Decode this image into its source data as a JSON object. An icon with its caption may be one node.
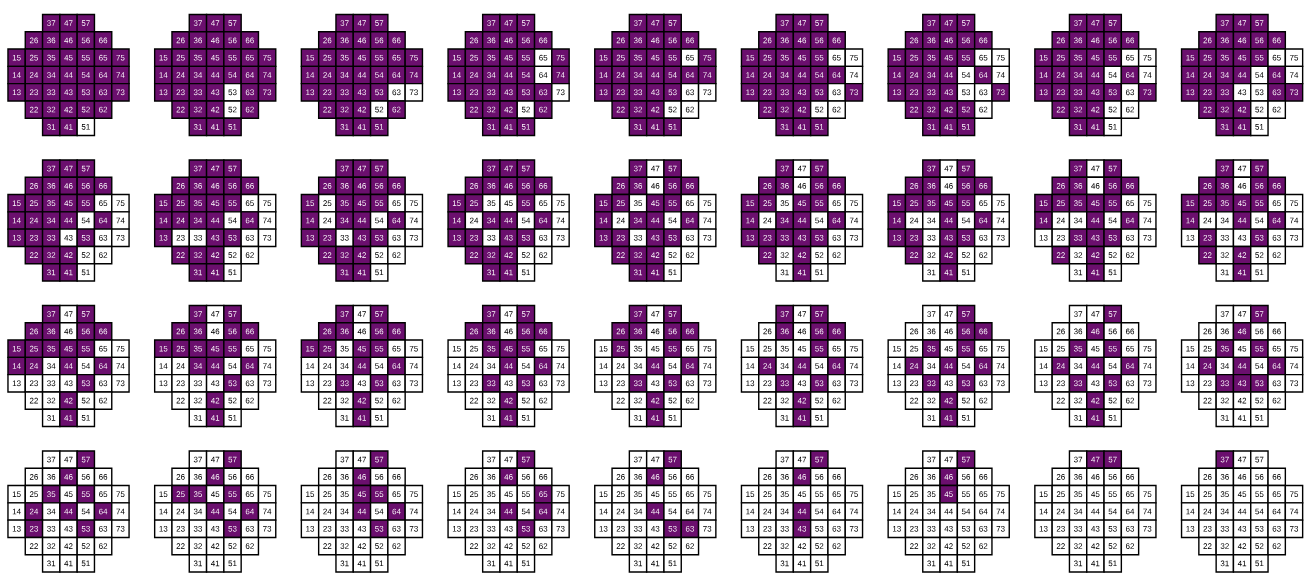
{
  "diagram": {
    "labels": [
      "37",
      "47",
      "57",
      "26",
      "36",
      "46",
      "56",
      "66",
      "15",
      "25",
      "35",
      "45",
      "55",
      "65",
      "75",
      "14",
      "24",
      "34",
      "44",
      "54",
      "64",
      "74",
      "13",
      "23",
      "33",
      "43",
      "53",
      "63",
      "73",
      "22",
      "32",
      "42",
      "52",
      "62",
      "31",
      "41",
      "51",
      "37",
      "47",
      "57",
      "26",
      "36",
      "46",
      "56",
      "66",
      "15",
      "25",
      "35",
      "45",
      "55",
      "65",
      "75",
      "14",
      "24",
      "34",
      "44",
      "54",
      "64",
      "74",
      "13",
      "23",
      "33",
      "43",
      "53",
      "63",
      "73",
      "22",
      "32",
      "42",
      "52",
      "62",
      "31",
      "41",
      "51",
      "37",
      "47",
      "57",
      "26",
      "36",
      "46",
      "56",
      "66",
      "15",
      "25",
      "35",
      "45",
      "55",
      "65",
      "75",
      "14",
      "24",
      "34",
      "44",
      "54",
      "64",
      "74",
      "13",
      "23",
      "33",
      "43",
      "53",
      "63",
      "73",
      "22",
      "32",
      "42",
      "52",
      "62",
      "31",
      "41",
      "51",
      "37",
      "47",
      "57",
      "26",
      "36",
      "46",
      "56",
      "66",
      "15",
      "25",
      "35",
      "45",
      "55",
      "65",
      "75",
      "14",
      "24",
      "34",
      "44",
      "54",
      "64",
      "74",
      "13",
      "23",
      "33",
      "43",
      "53",
      "63",
      "73",
      "22",
      "32",
      "42",
      "52",
      "62",
      "31",
      "41",
      "51",
      "37",
      "47",
      "57",
      "26",
      "36",
      "46",
      "56",
      "66",
      "15",
      "25",
      "35",
      "45",
      "55",
      "65",
      "75",
      "14",
      "24",
      "34",
      "44",
      "54",
      "64",
      "74",
      "13",
      "23",
      "33",
      "43",
      "53",
      "63",
      "73",
      "22",
      "32",
      "42",
      "52",
      "62",
      "31",
      "41",
      "51",
      "37",
      "47",
      "57",
      "26",
      "36",
      "46",
      "56",
      "66",
      "15",
      "25",
      "35",
      "45",
      "55",
      "65",
      "75",
      "14",
      "24",
      "34",
      "44",
      "54",
      "64",
      "74",
      "13",
      "23",
      "33",
      "43",
      "53",
      "63",
      "73",
      "22",
      "32",
      "42",
      "52",
      "62",
      "31",
      "41",
      "51",
      "37",
      "47",
      "57",
      "26",
      "36",
      "46",
      "56",
      "66",
      "15",
      "25",
      "35",
      "45",
      "55",
      "65",
      "75",
      "14",
      "24",
      "34",
      "44",
      "54",
      "64",
      "74",
      "13",
      "23",
      "33",
      "43",
      "53",
      "63",
      "73",
      "22",
      "32",
      "42",
      "52",
      "62",
      "31",
      "41",
      "51",
      "37",
      "47",
      "57",
      "26",
      "36",
      "46",
      "56",
      "66",
      "15",
      "25",
      "35",
      "45",
      "55",
      "65",
      "75",
      "14",
      "24",
      "34",
      "44",
      "54",
      "64",
      "74",
      "13",
      "23",
      "33",
      "43",
      "53",
      "63",
      "73",
      "22",
      "32",
      "42",
      "52",
      "62",
      "31",
      "41",
      "51",
      "37",
      "47",
      "57",
      "26",
      "36",
      "46",
      "56",
      "66",
      "15",
      "25",
      "35",
      "45",
      "55",
      "65",
      "75",
      "14",
      "24",
      "34",
      "44",
      "54",
      "64",
      "74",
      "13",
      "23",
      "33",
      "43",
      "53",
      "63",
      "73",
      "22",
      "32",
      "42",
      "52",
      "62",
      "31",
      "41",
      "51",
      "37",
      "47",
      "57",
      "26",
      "36",
      "46",
      "56",
      "66",
      "15",
      "25",
      "35",
      "45",
      "55",
      "65",
      "75",
      "14",
      "24",
      "34",
      "44",
      "54",
      "64",
      "74",
      "13",
      "23",
      "33",
      "43",
      "53",
      "63",
      "73",
      "22",
      "32",
      "42",
      "52",
      "62",
      "31",
      "41",
      "51",
      "37",
      "47",
      "57",
      "26",
      "36",
      "46",
      "56",
      "66",
      "15",
      "25",
      "35",
      "45",
      "55",
      "65",
      "75",
      "14",
      "24",
      "34",
      "44",
      "54",
      "64",
      "74",
      "13",
      "23",
      "33",
      "43",
      "53",
      "63",
      "73",
      "22",
      "32",
      "42",
      "52",
      "62",
      "31",
      "41",
      "51",
      "37",
      "47",
      "57",
      "26",
      "36",
      "46",
      "56",
      "66",
      "15",
      "25",
      "35",
      "45",
      "55",
      "65",
      "75",
      "14",
      "24",
      "34",
      "44",
      "54",
      "64",
      "74",
      "13",
      "23",
      "33",
      "43",
      "53",
      "63",
      "73",
      "22",
      "32",
      "42",
      "52",
      "62",
      "31",
      "41",
      "51",
      "37",
      "47",
      "57",
      "26",
      "36",
      "46",
      "56",
      "66",
      "15",
      "25",
      "35",
      "45",
      "55",
      "65",
      "75",
      "14",
      "24",
      "34",
      "44",
      "54",
      "64",
      "74",
      "13",
      "23",
      "33",
      "43",
      "53",
      "63",
      "73",
      "22",
      "32",
      "42",
      "52",
      "62",
      "31",
      "41",
      "51",
      "37",
      "47",
      "57",
      "26",
      "36",
      "46",
      "56",
      "66",
      "15",
      "25",
      "35",
      "45",
      "55",
      "65",
      "75",
      "14",
      "24",
      "34",
      "44",
      "54",
      "64",
      "74",
      "13",
      "23",
      "33",
      "43",
      "53",
      "63",
      "73",
      "22",
      "32",
      "42",
      "52",
      "62",
      "31",
      "41",
      "51",
      "37",
      "47",
      "57",
      "26",
      "36",
      "46",
      "56",
      "66",
      "15",
      "25",
      "35",
      "45",
      "55",
      "65",
      "75",
      "14",
      "24",
      "34",
      "44",
      "54",
      "64",
      "74",
      "13",
      "23",
      "33",
      "43",
      "53",
      "63",
      "73",
      "22",
      "32",
      "42",
      "52",
      "62",
      "31",
      "41",
      "51",
      "37",
      "47",
      "57",
      "26",
      "36",
      "46",
      "56",
      "66",
      "15",
      "25",
      "35",
      "45",
      "55",
      "65",
      "75",
      "14",
      "24",
      "34",
      "44",
      "54",
      "64",
      "74",
      "13",
      "23",
      "33",
      "43",
      "53",
      "63",
      "73",
      "22",
      "32",
      "42",
      "52",
      "62",
      "31",
      "41",
      "51",
      "37",
      "47",
      "57",
      "26",
      "36",
      "46",
      "56",
      "66",
      "15",
      "25",
      "35",
      "45",
      "55",
      "65",
      "75",
      "14",
      "24",
      "34",
      "44",
      "54",
      "64",
      "74",
      "13",
      "23",
      "33",
      "43",
      "53",
      "63",
      "73",
      "22",
      "32",
      "42",
      "52",
      "62",
      "31",
      "41",
      "51",
      "37",
      "47",
      "57",
      "26",
      "36",
      "46",
      "56",
      "66",
      "15",
      "25",
      "35",
      "45",
      "55",
      "65",
      "75",
      "14",
      "24",
      "34",
      "44",
      "54",
      "64",
      "74",
      "13",
      "23",
      "33",
      "43",
      "53",
      "63",
      "73",
      "22",
      "32",
      "42",
      "52",
      "62",
      "31",
      "41",
      "51",
      "37",
      "47",
      "57",
      "26",
      "36",
      "46",
      "56",
      "66",
      "15",
      "25",
      "35",
      "45",
      "55",
      "65",
      "75",
      "14",
      "24",
      "34",
      "44",
      "54",
      "64",
      "74",
      "13",
      "23",
      "33",
      "43",
      "53",
      "63",
      "73",
      "22",
      "32",
      "42",
      "52",
      "62",
      "31",
      "41",
      "51",
      "37",
      "47",
      "57",
      "26",
      "36",
      "46",
      "56",
      "66",
      "15",
      "25",
      "35",
      "45",
      "55",
      "65",
      "75",
      "14",
      "24",
      "34",
      "44",
      "54",
      "64",
      "74",
      "13",
      "23",
      "33",
      "43",
      "53",
      "63",
      "73",
      "22",
      "32",
      "42",
      "52",
      "62",
      "31",
      "41",
      "51",
      "37",
      "47",
      "57",
      "26",
      "36",
      "46",
      "56",
      "66",
      "15",
      "25",
      "35",
      "45",
      "55",
      "65",
      "75",
      "14",
      "24",
      "34",
      "44",
      "54",
      "64",
      "74",
      "13",
      "23",
      "33",
      "43",
      "53",
      "63",
      "73",
      "22",
      "32",
      "42",
      "52",
      "62",
      "31",
      "41",
      "51",
      "37",
      "47",
      "57",
      "26",
      "36",
      "46",
      "56",
      "66",
      "15",
      "25",
      "35",
      "45",
      "55",
      "65",
      "75",
      "14",
      "24",
      "34",
      "44",
      "54",
      "64",
      "74",
      "13",
      "23",
      "33",
      "43",
      "53",
      "63",
      "73",
      "22",
      "32",
      "42",
      "52",
      "62",
      "31",
      "41",
      "51",
      "37",
      "47",
      "57",
      "26",
      "36",
      "46",
      "56",
      "66",
      "15",
      "25",
      "35",
      "45",
      "55",
      "65",
      "75",
      "14",
      "24",
      "34",
      "44",
      "54",
      "64",
      "74",
      "13",
      "23",
      "33",
      "43",
      "53",
      "63",
      "73",
      "22",
      "32",
      "42",
      "52",
      "62",
      "31",
      "41",
      "51",
      "37",
      "47",
      "57",
      "26",
      "36",
      "46",
      "56",
      "66",
      "15",
      "25",
      "35",
      "45",
      "55",
      "65",
      "75",
      "14",
      "24",
      "34",
      "44",
      "54",
      "64",
      "74",
      "13",
      "23",
      "33",
      "43",
      "53",
      "63",
      "73",
      "22",
      "32",
      "42",
      "52",
      "62",
      "31",
      "41",
      "51",
      "37",
      "47",
      "57",
      "26",
      "36",
      "46",
      "56",
      "66",
      "15",
      "25",
      "35",
      "45",
      "55",
      "65",
      "75",
      "14",
      "24",
      "34",
      "44",
      "54",
      "64",
      "74",
      "13",
      "23",
      "33",
      "43",
      "53",
      "63",
      "73",
      "22",
      "32",
      "42",
      "52",
      "62",
      "31",
      "41",
      "51",
      "37",
      "47",
      "57",
      "26",
      "36",
      "46",
      "56",
      "66",
      "15",
      "25",
      "35",
      "45",
      "55",
      "65",
      "75",
      "14",
      "24",
      "34",
      "44",
      "54",
      "64",
      "74",
      "13",
      "23",
      "33",
      "43",
      "53",
      "63",
      "73",
      "22",
      "32",
      "42",
      "52",
      "62",
      "31",
      "41",
      "51",
      "37",
      "47",
      "57",
      "26",
      "36",
      "46",
      "56",
      "66",
      "15",
      "25",
      "35",
      "45",
      "55",
      "65",
      "75",
      "14",
      "24",
      "34",
      "44",
      "54",
      "64",
      "74",
      "13",
      "23",
      "33",
      "43",
      "53",
      "63",
      "73",
      "22",
      "32",
      "42",
      "52",
      "62",
      "31",
      "41",
      "51",
      "37",
      "47",
      "57",
      "26",
      "36",
      "46",
      "56",
      "66",
      "15",
      "25",
      "35",
      "45",
      "55",
      "65",
      "75",
      "14",
      "24",
      "34",
      "44",
      "54",
      "64",
      "74",
      "13",
      "23",
      "33",
      "43",
      "53",
      "63",
      "73",
      "22",
      "32",
      "42",
      "52",
      "62",
      "31",
      "41",
      "51",
      "37",
      "47",
      "57",
      "26",
      "36",
      "46",
      "56",
      "66",
      "15",
      "25",
      "35",
      "45",
      "55",
      "65",
      "75",
      "14",
      "24",
      "34",
      "44",
      "54",
      "64",
      "74",
      "13",
      "23",
      "33",
      "43",
      "53",
      "63",
      "73",
      "22",
      "32",
      "42",
      "52",
      "62",
      "31",
      "41",
      "51",
      "37",
      "47",
      "57",
      "26",
      "36",
      "46",
      "56",
      "66",
      "15",
      "25",
      "35",
      "45",
      "55",
      "65",
      "75",
      "14",
      "24",
      "34",
      "44",
      "54",
      "64",
      "74",
      "13",
      "23",
      "33",
      "43",
      "53",
      "63",
      "73",
      "22",
      "32",
      "42",
      "52",
      "62",
      "31",
      "41",
      "51",
      "37",
      "47",
      "57",
      "26",
      "36",
      "46",
      "56",
      "66",
      "15",
      "25",
      "35",
      "45",
      "55",
      "65",
      "75",
      "14",
      "24",
      "34",
      "44",
      "54",
      "64",
      "74",
      "13",
      "23",
      "33",
      "43",
      "53",
      "63",
      "73",
      "22",
      "32",
      "42",
      "52",
      "62",
      "31",
      "41",
      "51",
      "37",
      "47",
      "57",
      "26",
      "36",
      "46",
      "56",
      "66",
      "15",
      "25",
      "35",
      "45",
      "55",
      "65",
      "75",
      "14",
      "24",
      "34",
      "44",
      "54",
      "64",
      "74",
      "13",
      "23",
      "33",
      "43",
      "53",
      "63",
      "73",
      "22",
      "32",
      "42",
      "52",
      "62",
      "31",
      "41",
      "51",
      "37",
      "47",
      "57",
      "26",
      "36",
      "46",
      "56",
      "66",
      "15",
      "25",
      "35",
      "45",
      "55",
      "65",
      "75",
      "14",
      "24",
      "34",
      "44",
      "54",
      "64",
      "74",
      "13",
      "23",
      "33",
      "43",
      "53",
      "63",
      "73",
      "22",
      "32",
      "42",
      "52",
      "62",
      "31",
      "41",
      "51",
      "37",
      "47",
      "57",
      "26",
      "36",
      "46",
      "56",
      "66",
      "15",
      "25",
      "35",
      "45",
      "55",
      "65",
      "75",
      "14",
      "24",
      "34",
      "44",
      "54",
      "64",
      "74",
      "13",
      "23",
      "33",
      "43",
      "53",
      "63",
      "73",
      "22",
      "32",
      "42",
      "52",
      "62",
      "31",
      "41",
      "51",
      "37",
      "47",
      "57",
      "26",
      "36",
      "46",
      "56",
      "66",
      "15",
      "25",
      "35",
      "45",
      "55",
      "65",
      "75",
      "14",
      "24",
      "34",
      "44",
      "54",
      "64",
      "74",
      "13",
      "23",
      "33",
      "43",
      "53",
      "63",
      "73",
      "22",
      "32",
      "42",
      "52",
      "62",
      "31",
      "41",
      "51",
      "37",
      "47",
      "57",
      "26",
      "36",
      "46",
      "56",
      "66",
      "15",
      "25",
      "35",
      "45",
      "55",
      "65",
      "75",
      "14",
      "24",
      "34",
      "44",
      "54",
      "64",
      "74",
      "13",
      "23",
      "33",
      "43",
      "53",
      "63",
      "73",
      "22",
      "32",
      "42",
      "52",
      "62",
      "31",
      "41",
      "51"
    ]
  }
}
